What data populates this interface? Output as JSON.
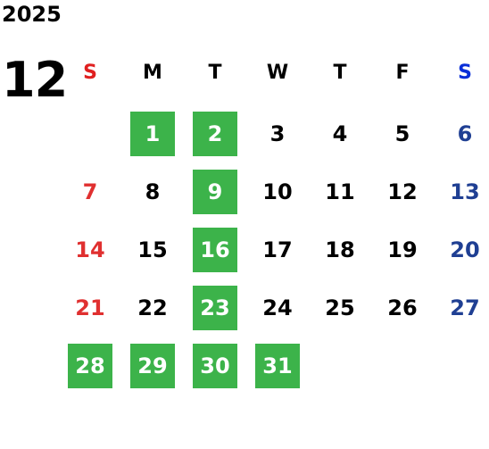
{
  "year": "2025",
  "month": "12",
  "weekdays": [
    "S",
    "M",
    "T",
    "W",
    "T",
    "F",
    "S"
  ],
  "weeks": [
    [
      "",
      "1",
      "2",
      "3",
      "4",
      "5",
      "6"
    ],
    [
      "7",
      "8",
      "9",
      "10",
      "11",
      "12",
      "13"
    ],
    [
      "14",
      "15",
      "16",
      "17",
      "18",
      "19",
      "20"
    ],
    [
      "21",
      "22",
      "23",
      "24",
      "25",
      "26",
      "27"
    ],
    [
      "28",
      "29",
      "30",
      "31",
      "",
      "",
      ""
    ]
  ],
  "highlighted_days": [
    "1",
    "2",
    "9",
    "16",
    "23",
    "28",
    "29",
    "30",
    "31"
  ],
  "colors": {
    "highlight": "#3cb34a",
    "sunday": "#e03030",
    "saturday": "#1f3f93"
  }
}
